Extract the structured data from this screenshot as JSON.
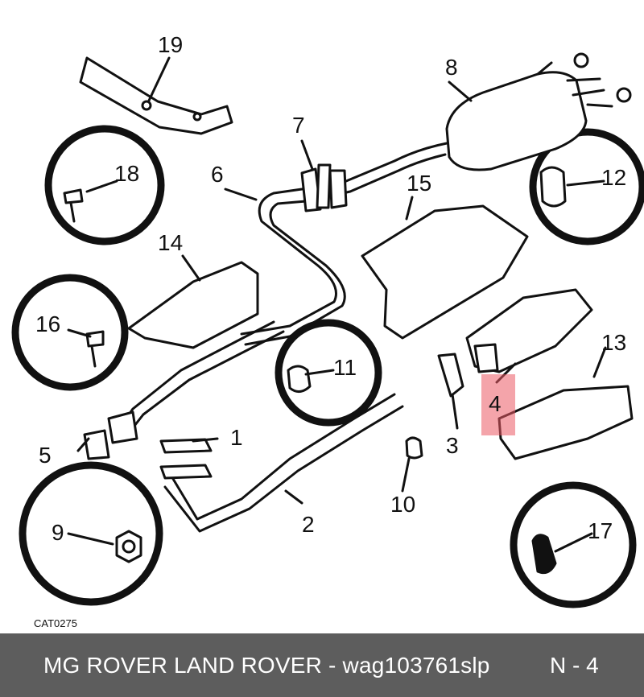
{
  "diagram": {
    "callouts": [
      "1",
      "2",
      "3",
      "4",
      "5",
      "6",
      "7",
      "8",
      "9",
      "10",
      "11",
      "12",
      "13",
      "14",
      "15",
      "16",
      "17",
      "18",
      "19"
    ],
    "highlighted_callout": "4",
    "catalog_code": "CAT0275"
  },
  "footer": {
    "title": "MG ROVER LAND ROVER - wag103761slp",
    "page": "N - 4"
  }
}
